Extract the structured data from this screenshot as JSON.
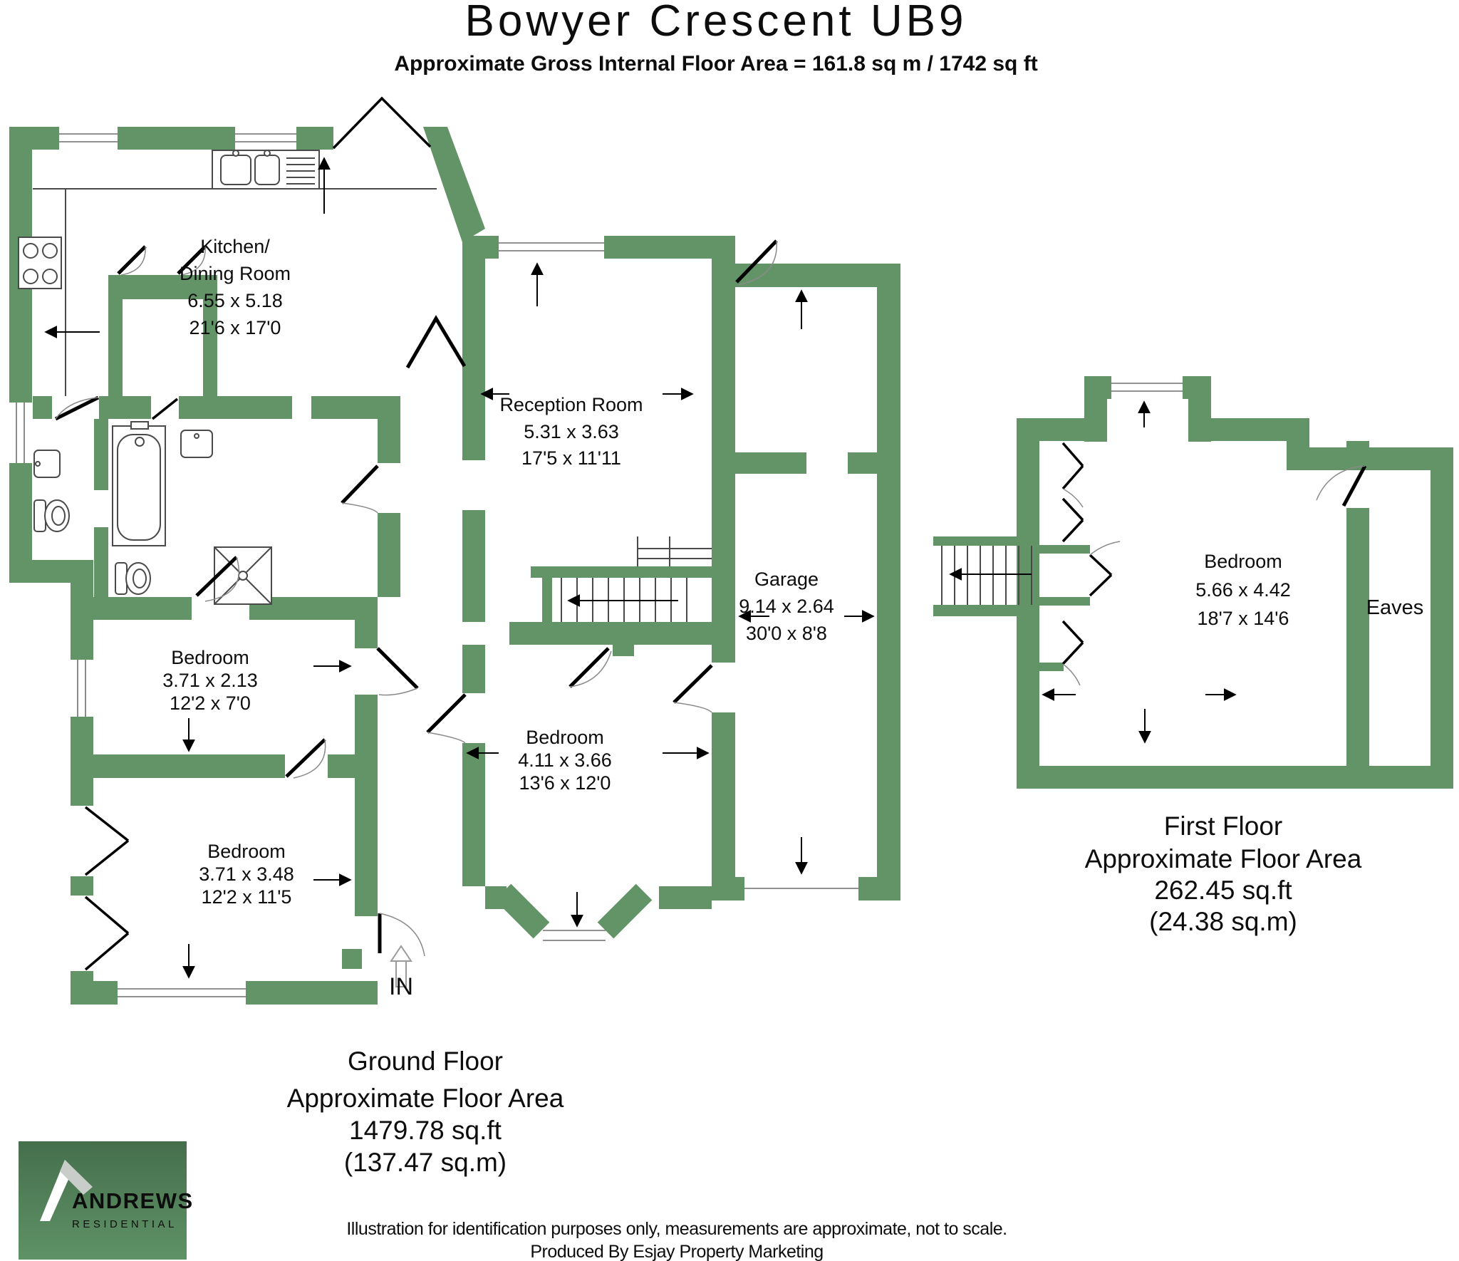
{
  "title": "Bowyer Crescent UB9",
  "subtitle": "Approximate Gross Internal Floor Area = 161.8 sq m / 1742 sq ft",
  "colors": {
    "wall": "#639467",
    "logo_top": "#456f4c",
    "logo_bottom": "#5f9266",
    "logo_text": "#ffffff",
    "logo_subtext": "#d8e6d8"
  },
  "ground_floor": {
    "rooms": {
      "kitchen": {
        "line1": "Kitchen/",
        "line2": "Dining Room",
        "metric": "6.55 x 5.18",
        "imperial": "21'6 x 17'0"
      },
      "reception": {
        "name": "Reception Room",
        "metric": "5.31 x 3.63",
        "imperial": "17'5 x 11'11"
      },
      "garage": {
        "name": "Garage",
        "metric": "9.14 x 2.64",
        "imperial": "30'0 x 8'8"
      },
      "bedroom_small": {
        "name": "Bedroom",
        "metric": "3.71 x 2.13",
        "imperial": "12'2 x 7'0"
      },
      "bedroom_left": {
        "name": "Bedroom",
        "metric": "3.71 x 3.48",
        "imperial": "12'2 x 11'5"
      },
      "bedroom_middle": {
        "name": "Bedroom",
        "metric": "4.11 x 3.66",
        "imperial": "13'6 x 12'0"
      }
    },
    "entrance_label": "IN",
    "area_label": {
      "line1": "Ground Floor",
      "line2": "Approximate Floor Area",
      "line3": "1479.78 sq.ft",
      "line4": "(137.47 sq.m)"
    }
  },
  "first_floor": {
    "rooms": {
      "bedroom": {
        "name": "Bedroom",
        "metric": "5.66 x 4.42",
        "imperial": "18'7 x 14'6"
      },
      "eaves": {
        "name": "Eaves"
      }
    },
    "area_label": {
      "line1": "First Floor",
      "line2": "Approximate Floor Area",
      "line3": "262.45 sq.ft",
      "line4": "(24.38 sq.m)"
    }
  },
  "footer": {
    "line1": "Illustration for identification purposes only, measurements are approximate, not to scale.",
    "line2": "Produced By Esjay Property Marketing"
  },
  "logo": {
    "name": "ANDREWS",
    "tagline": "RESIDENTIAL"
  }
}
